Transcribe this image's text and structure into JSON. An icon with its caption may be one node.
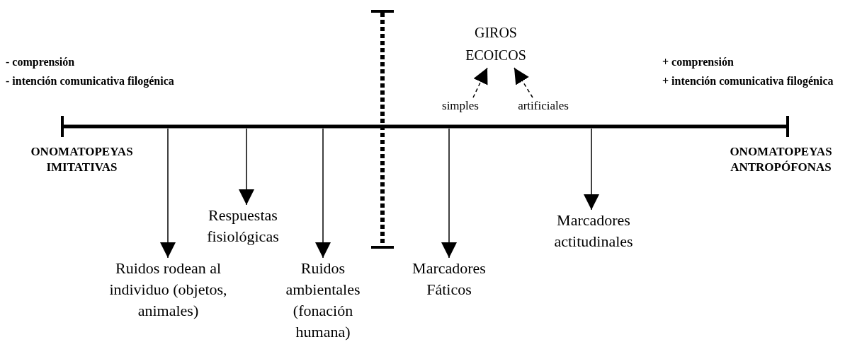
{
  "diagram": {
    "nodes": [
      {
        "text": [],
        "shape": "bar"
      },
      {
        "text": [
          "Ruidos rodean al individuo (objetos, animales)"
        ]
      },
      {
        "text": [
          "Respuestas fisiológicas"
        ]
      },
      {
        "text": [
          "Ruidos ambientales (fonación humana)"
        ]
      },
      {
        "text": [
          "Marcadores Fáticos"
        ]
      },
      {
        "text": [
          "Marcadores actitudinales"
        ]
      },
      {
        "text": [
          "GIROS ECOICOS"
        ]
      },
      {
        "text": [
          "simples"
        ]
      },
      {
        "text": [
          "artificiales"
        ]
      }
    ],
    "edges": [
      {
        "from": 0,
        "to": 1,
        "arrow": "to"
      },
      {
        "from": 0,
        "to": 2,
        "arrow": "to"
      },
      {
        "from": 0,
        "to": 3,
        "arrow": "to"
      },
      {
        "from": 0,
        "to": 4,
        "arrow": "to"
      },
      {
        "from": 0,
        "to": 5,
        "arrow": "to"
      },
      {
        "from": 7,
        "to": 6,
        "arrow": "to",
        "style": "dashed"
      },
      {
        "from": 8,
        "to": 6,
        "arrow": "to",
        "style": "dashed"
      }
    ],
    "labels": [
      "- comprensión",
      "- intención comunicativa filogénica",
      "+ comprensión",
      "+ intención comunicativa filogénica",
      "ONOMATOPEYAS IMITATIVAS",
      "ONOMATOPEYAS ANTROPÓFONAS"
    ]
  }
}
